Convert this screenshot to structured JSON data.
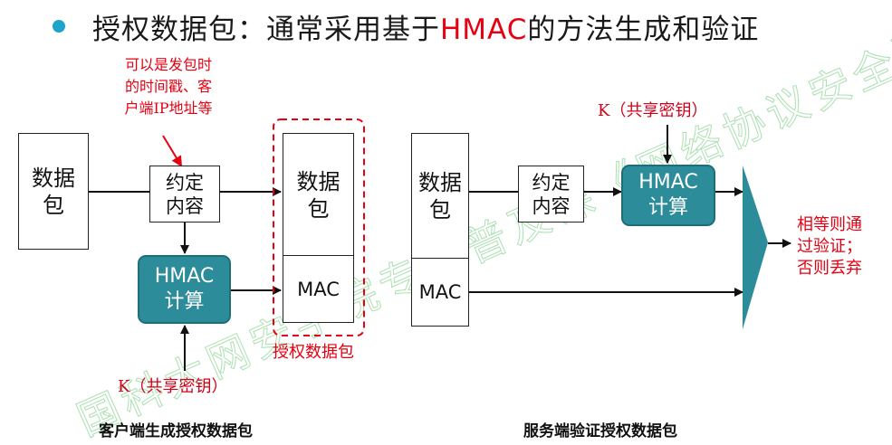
{
  "title": {
    "prefix": "授权数据包：通常采用基于",
    "highlight": "HMAC",
    "suffix": "的方法生成和验证"
  },
  "client": {
    "note_lines": [
      "可以是发包时",
      "的时间戳、客",
      "户端IP地址等"
    ],
    "packet_lines": [
      "数据",
      "包"
    ],
    "agreed_lines": [
      "约定",
      "内容"
    ],
    "hmac_lines": [
      "HMAC",
      "计算"
    ],
    "key_label": "K（共享密钥）",
    "out_packet_lines": [
      "数据",
      "包"
    ],
    "out_mac": "MAC",
    "auth_label": "授权数据包",
    "caption": "客户端生成授权数据包"
  },
  "server": {
    "key_label": "K（共享密钥）",
    "packet_lines": [
      "数据",
      "包"
    ],
    "mac": "MAC",
    "agreed_lines": [
      "约定",
      "内容"
    ],
    "hmac_lines": [
      "HMAC",
      "计算"
    ],
    "result_lines": [
      "相等则通",
      "过验证；",
      "否则丢弃"
    ],
    "caption": "服务端验证授权数据包"
  },
  "watermark": "国科大网安学院专业普及课《网络协议安全》",
  "colors": {
    "accent": "#1ea3c9",
    "hmac": "#2c8c9a",
    "red": "#e60012",
    "watermark": "#7fcf86"
  }
}
